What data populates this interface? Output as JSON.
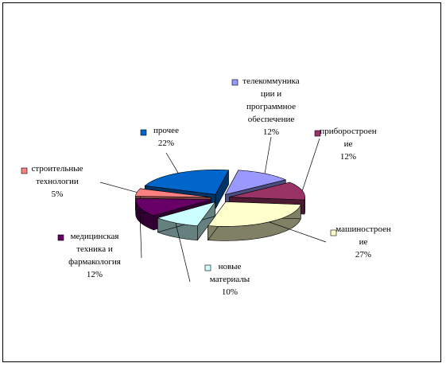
{
  "chart_data": {
    "type": "pie",
    "three_d": true,
    "exploded": true,
    "legend": "none",
    "slices": [
      {
        "label_lines": [
          "телекоммуника",
          "ции и",
          "программное",
          "обеспечение"
        ],
        "value_text": "12%",
        "value": 12,
        "color": "#9999ff"
      },
      {
        "label_lines": [
          "приборостроен",
          "ие"
        ],
        "value_text": "12%",
        "value": 12,
        "color": "#993366"
      },
      {
        "label_lines": [
          "машиностроен",
          "ие"
        ],
        "value_text": "27%",
        "value": 27,
        "color": "#ffffcc"
      },
      {
        "label_lines": [
          "новые",
          "материалы"
        ],
        "value_text": "10%",
        "value": 10,
        "color": "#ccffff"
      },
      {
        "label_lines": [
          "медицинская",
          "техника и",
          "фармакология"
        ],
        "value_text": "12%",
        "value": 12,
        "color": "#660066"
      },
      {
        "label_lines": [
          "строительные",
          "технологии"
        ],
        "value_text": "5%",
        "value": 5,
        "color": "#ff8080"
      },
      {
        "label_lines": [
          "прочее"
        ],
        "value_text": "22%",
        "value": 22,
        "color": "#0066cc"
      }
    ],
    "side_colors": {
      "#9999ff": "#4d4d80",
      "#993366": "#4d1a33",
      "#ffffcc": "#808066",
      "#ccffff": "#668080",
      "#660066": "#330033",
      "#ff8080": "#804040",
      "#0066cc": "#003366"
    }
  }
}
